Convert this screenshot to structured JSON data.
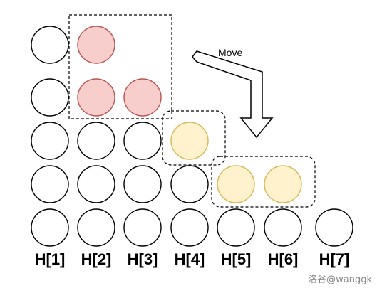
{
  "columns": [
    "H[1]",
    "H[2]",
    "H[3]",
    "H[4]",
    "H[5]",
    "H[6]",
    "H[7]"
  ],
  "column_heights": [
    5,
    5,
    4,
    3,
    2,
    2,
    1
  ],
  "move_label": "Move",
  "watermark": "洛谷@wanggk",
  "colors": {
    "outline": "#000000",
    "red_fill": "#f8cecc",
    "red_stroke": "#b85450",
    "yellow_fill": "#fff2cc",
    "yellow_stroke": "#d6b656"
  },
  "highlighted": {
    "red": [
      [
        1,
        4
      ],
      [
        1,
        3
      ],
      [
        2,
        3
      ]
    ],
    "yellow_source": [
      [
        3,
        2
      ]
    ],
    "yellow_target": [
      [
        4,
        1
      ],
      [
        5,
        1
      ]
    ]
  }
}
